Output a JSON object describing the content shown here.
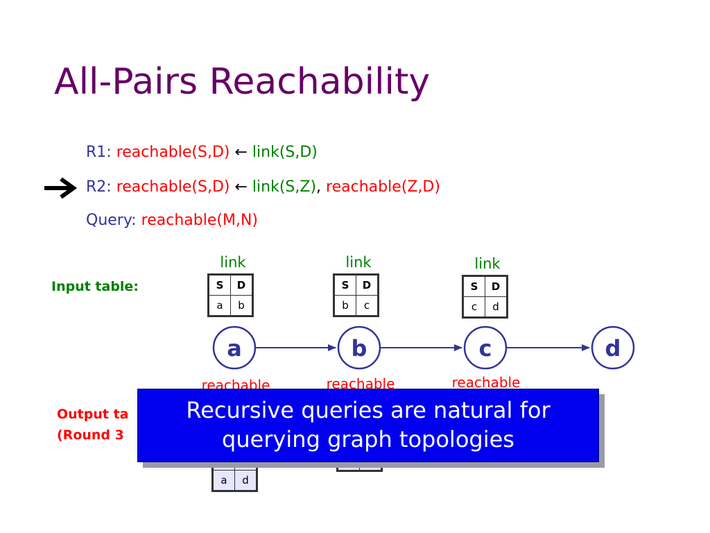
{
  "title": "All-Pairs Reachability",
  "rules": [
    {
      "label": "R1:",
      "head": "reachable(S,D)",
      "arrow": "←",
      "body": "link(S,D)"
    },
    {
      "label": "R2:",
      "head": "reachable(S,D)",
      "arrow": "←",
      "body1": "link(S,Z)",
      "sep": ",",
      "body2": "reachable(Z,D)"
    },
    {
      "label": "Query:",
      "head": "reachable(M,N)"
    }
  ],
  "input_label": "Input table:",
  "output_label_line1": "Output ta",
  "output_label_line2": "(Round 3",
  "link_tables": [
    {
      "caption": "link",
      "header": [
        "S",
        "D"
      ],
      "row": [
        "a",
        "b"
      ]
    },
    {
      "caption": "link",
      "header": [
        "S",
        "D"
      ],
      "row": [
        "b",
        "c"
      ]
    },
    {
      "caption": "link",
      "header": [
        "S",
        "D"
      ],
      "row": [
        "c",
        "d"
      ]
    }
  ],
  "reachable_captions": [
    "reachable",
    "reachable",
    "reachable"
  ],
  "reachable_table_visible": {
    "rows": [
      [
        "a",
        "d"
      ]
    ]
  },
  "nodes": [
    "a",
    "b",
    "c",
    "d"
  ],
  "callout": {
    "line1": "Recursive queries are natural for",
    "line2": "querying graph topologies"
  },
  "colors": {
    "title": "#660066",
    "rule_label": "#333399",
    "predicate_head": "#ff0000",
    "predicate_link": "#008000",
    "callout_bg": "#0000ee"
  }
}
